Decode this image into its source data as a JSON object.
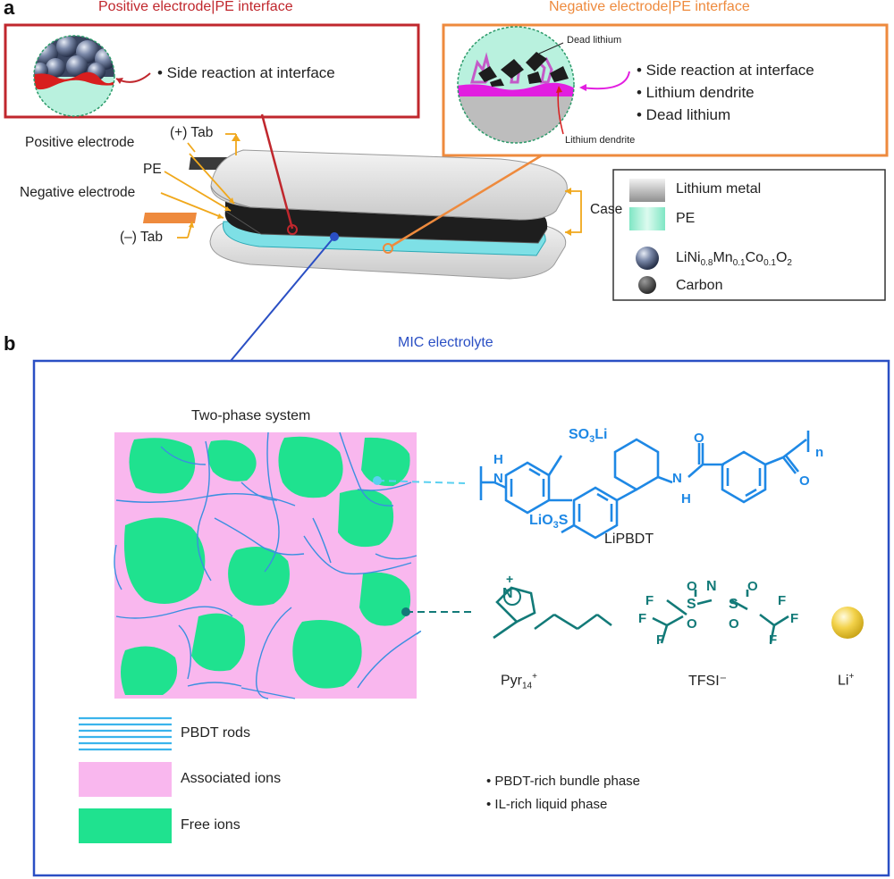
{
  "panel_a": {
    "letter": "a",
    "positive_interface": {
      "title": "Positive electrode|PE interface",
      "bullet": "• Side reaction at interface"
    },
    "negative_interface": {
      "title": "Negative electrode|PE interface",
      "dead_lithium_label": "Dead lithium",
      "lithium_dendrite_label": "Lithium dendrite",
      "bullets": [
        "• Side reaction at interface",
        "• Lithium dendrite",
        "• Dead lithium"
      ]
    },
    "cell_labels": {
      "pos_tab": "(+) Tab",
      "positive_electrode": "Positive electrode",
      "pe": "PE",
      "negative_electrode": "Negative electrode",
      "neg_tab": "(–) Tab",
      "case": "Case"
    },
    "legend": {
      "lithium_metal": "Lithium metal",
      "pe": "PE",
      "ncm_prefix": "LiNi",
      "ncm_ni_sub": "0.8",
      "ncm_mn": "Mn",
      "ncm_mn_sub": "0.1",
      "ncm_co": "Co",
      "ncm_co_sub": "0.1",
      "ncm_o": "O",
      "ncm_o_sub": "2",
      "carbon": "Carbon"
    }
  },
  "panel_b": {
    "letter": "b",
    "title": "MIC electrolyte",
    "two_phase_title": "Two-phase system",
    "legend": {
      "rods": "PBDT rods",
      "associated": "Associated ions",
      "free": "Free ions"
    },
    "phases": [
      "• PBDT-rich bundle phase",
      "• IL-rich liquid phase"
    ],
    "molecules": {
      "lipbdt": "LiPBDT",
      "so3li_top": "SO3Li",
      "lio3s_bottom": "LiO3S",
      "n_sub": "n",
      "pyr_base": "Pyr",
      "pyr_sub": "14",
      "pyr_sup": "+",
      "tfsi": "TFSI⁻",
      "li_base": "Li",
      "li_sup": "+"
    }
  },
  "colors": {
    "red": "#c0272d",
    "orange": "#ee8a3d",
    "blue": "#2a4fc4",
    "polymer": "#1e88e5",
    "ionic_liquid": "#127a78",
    "associated": "#f9b7ee",
    "free": "#1fe28f",
    "lithium": "#f3d24a"
  }
}
